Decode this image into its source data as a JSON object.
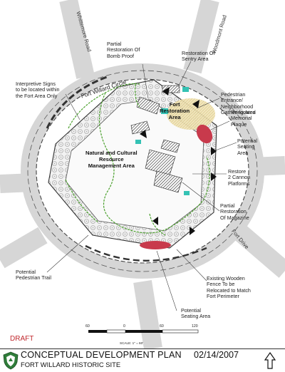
{
  "roads": {
    "whittemore": "Whittemore Road",
    "woodmont": "Woodmont Road",
    "fort_willard_circle": "Fort Willard Circle",
    "fort_drive": "Fort Drive"
  },
  "areas": {
    "fort_restoration": "Fort\nRestoration\nArea",
    "natural_cultural": "Natural and Cultural\nResource\nManagement Area"
  },
  "callouts": {
    "bomb_proof": "Partial\nRestoration Of\nBomb Proof",
    "sentry": "Restoration Of\nSentry Area",
    "interpretive": "Interpretive Signs\nto be located within\nthe Fort Area Only",
    "pedestrian_entrance": "Pedestrian\nEntrance/\nNeighborhood\nGathering Area",
    "memorial": "Re-located\nMemorial\nPlaque",
    "seating_east": "Potential\nSeating\nArea",
    "cannon": "Restore\n2 Cannon\nPlatforms",
    "magazine": "Partial\nRestoration\nOf Magazine",
    "trail": "Potential\nPedestrian Trail",
    "fence": "Existing Wooden\nFence To be\nRelocated to Match\nFort Perimeter",
    "seating_south": "Potential\nSeating Area"
  },
  "status": "DRAFT",
  "scale": {
    "ticks": [
      "60",
      "0",
      "60",
      "120"
    ],
    "label": "SCALE: 1\" = 60'"
  },
  "title_block": {
    "title": "CONCEPTUAL DEVELOPMENT PLAN",
    "date": "02/14/2007",
    "subtitle": "FORT WILLARD HISTORIC SITE"
  },
  "colors": {
    "trail": "#4aa02c",
    "seating": "#c83a4c",
    "restoration": "#34c2b4",
    "gathering": "#e7d79a",
    "draft": "#c0282d"
  },
  "icons": [
    "seal-icon",
    "north-arrow-icon"
  ]
}
